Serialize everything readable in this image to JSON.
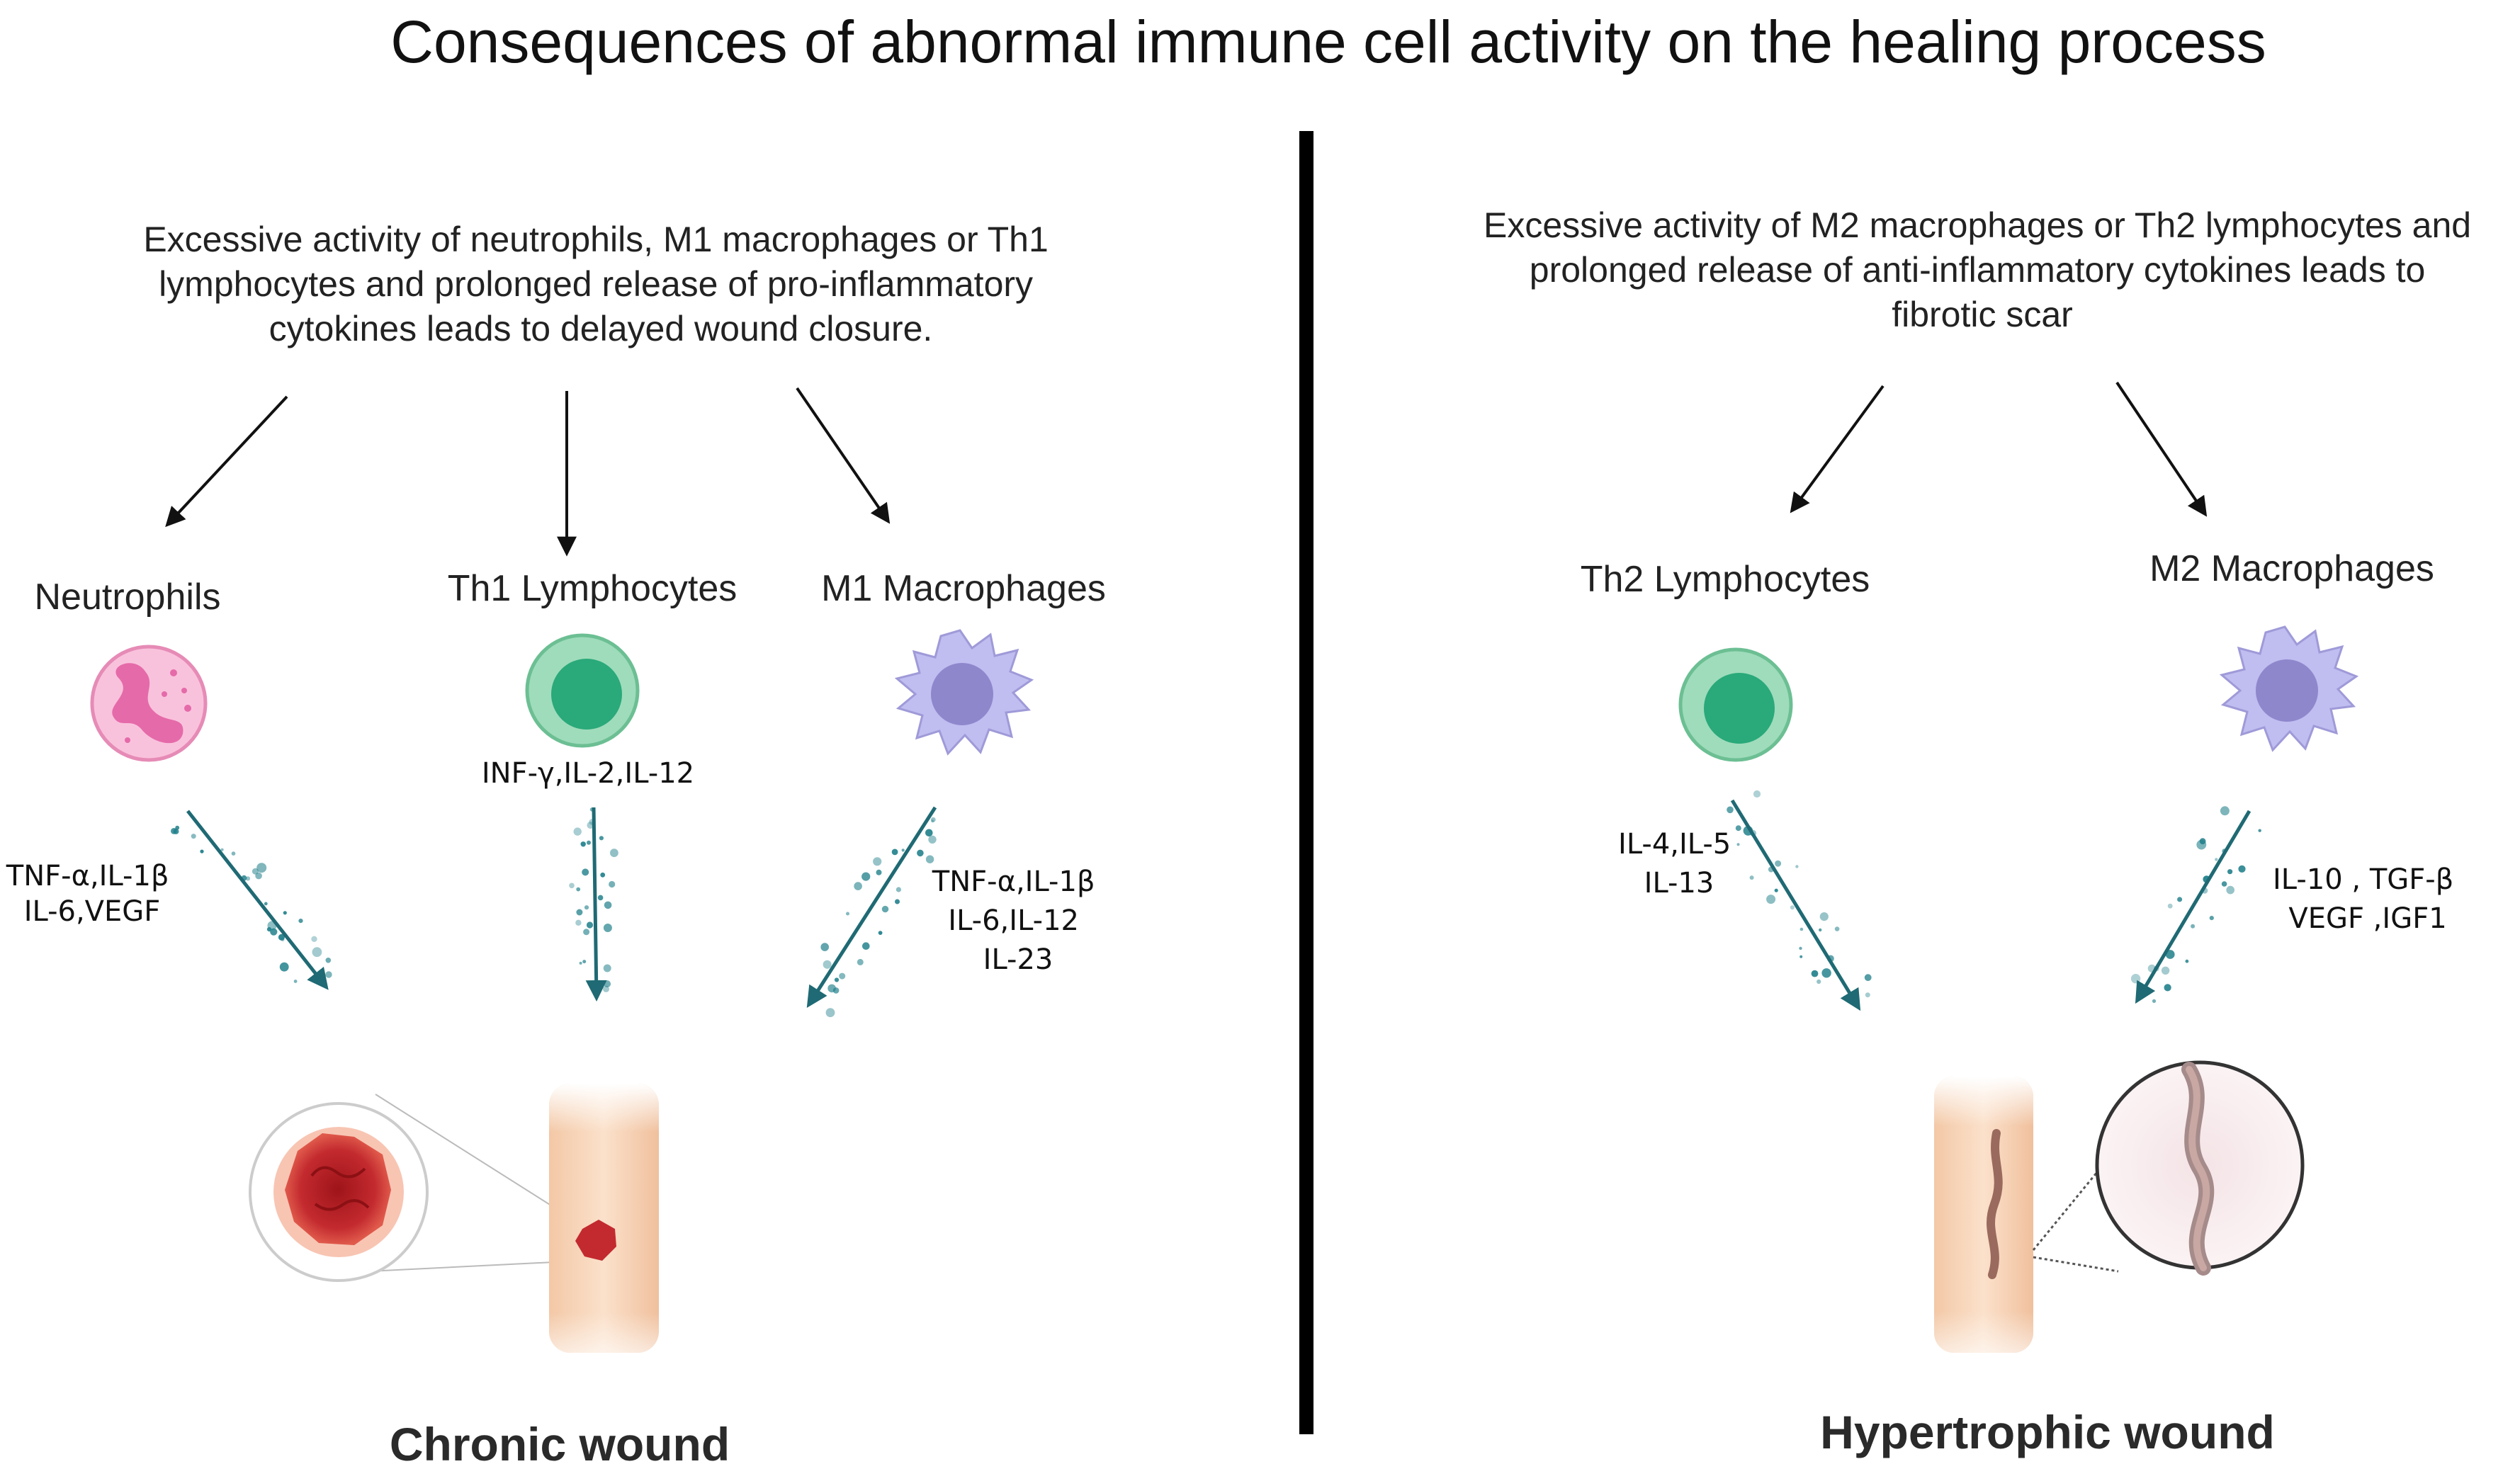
{
  "title": "Consequences of abnormal immune cell activity on the healing process",
  "left": {
    "description": [
      "Excessive activity of neutrophils, M1 macrophages or Th1",
      "lymphocytes and prolonged release of pro-inflammatory",
      "cytokines leads to delayed wound closure."
    ],
    "cells": [
      {
        "label": "Neutrophils",
        "cytokines": [
          "TNF-α,IL-1β",
          "IL-6,VEGF"
        ]
      },
      {
        "label": "Th1 Lymphocytes",
        "cytokines": [
          "INF-γ,IL-2,IL-12"
        ]
      },
      {
        "label": "M1 Macrophages",
        "cytokines": [
          "TNF-α,IL-1β",
          "IL-6,IL-12",
          "IL-23"
        ]
      }
    ],
    "wound_label": "Chronic wound"
  },
  "right": {
    "description": [
      "Excessive activity of M2 macrophages or Th2 lymphocytes and",
      "prolonged release of anti-inflammatory cytokines leads to",
      "fibrotic scar"
    ],
    "cells": [
      {
        "label": "Th2 Lymphocytes",
        "cytokines": [
          "IL-4,IL-5",
          "IL-13"
        ]
      },
      {
        "label": "M2 Macrophages",
        "cytokines": [
          "IL-10 , TGF-β",
          "VEGF ,IGF1"
        ]
      }
    ],
    "wound_label": "Hypertrophic wound"
  },
  "colors": {
    "divider": "#000000",
    "neutrophil": "#f4a3c9",
    "lymphocyte": "#8fd3ae",
    "lymphocyte_nucleus": "#2bb07f",
    "macrophage": "#b9b6e8",
    "macrophage_nucleus": "#8f88c9",
    "cytokine_flow": "#1f7f8a",
    "skin": "#f6d2b5",
    "wound": "#c0262b"
  }
}
